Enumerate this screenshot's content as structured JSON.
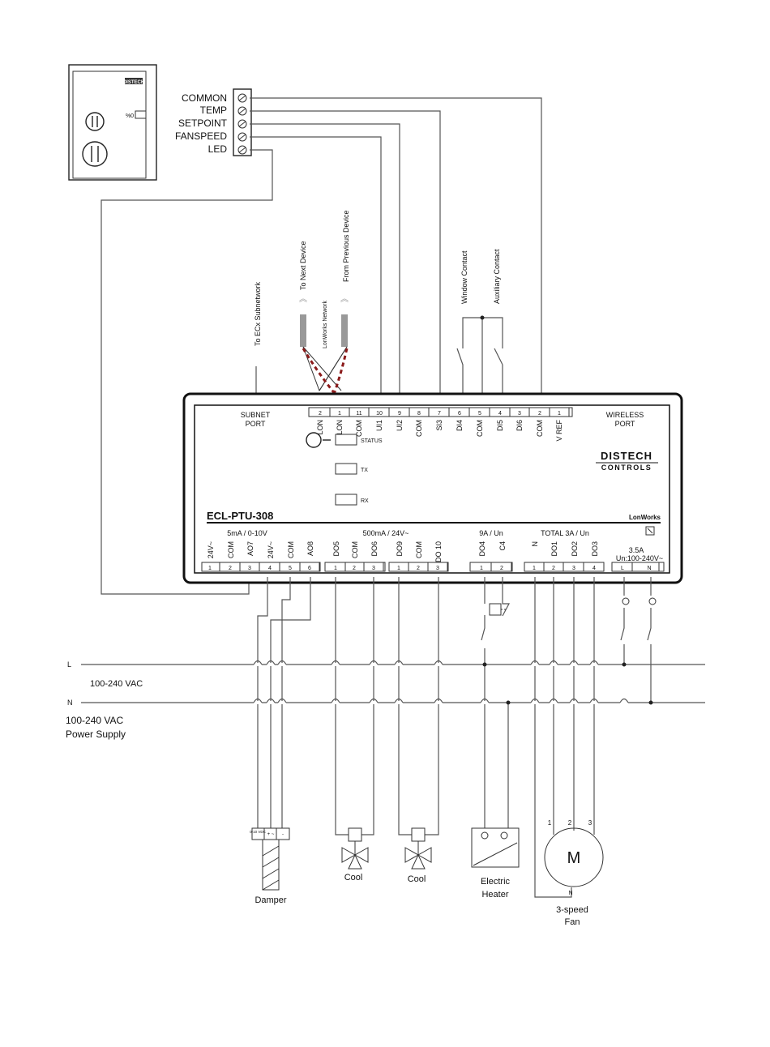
{
  "thermostat": {
    "brand": "DISTECH",
    "terminals": [
      "COMMON",
      "TEMP",
      "SETPOINT",
      "FANSPEED",
      "LED"
    ]
  },
  "network": {
    "subnetwork": "To ECx Subnetwork",
    "next": "To Next Device",
    "lonworks": "LonWorks Network",
    "previous": "From Previous Device",
    "window": "Window Contact",
    "auxiliary": "Auxiliary Contact"
  },
  "controller": {
    "model_prefix": "ECL",
    "model_suffix": "-PTU-308",
    "subnet_port": [
      "SUBNET",
      "PORT"
    ],
    "wireless_port": [
      "WIRELESS",
      "PORT"
    ],
    "brand_line1": "DISTECH",
    "brand_line2": "CONTROLS",
    "lonworks_mark": "LonWorks",
    "status": "STATUS",
    "tx": "TX",
    "rx": "RX",
    "top_numbers": [
      "2",
      "1",
      "11",
      "10",
      "9",
      "8",
      "7",
      "6",
      "5",
      "4",
      "3",
      "2",
      "1"
    ],
    "top_names": [
      "LON",
      "LON",
      "COM",
      "UI1",
      "UI2",
      "COM",
      "SI3",
      "DI4",
      "COM",
      "DI5",
      "DI6",
      "COM",
      "V REF"
    ],
    "group_labels": [
      "5mA / 0-10V",
      "500mA / 24V~",
      "9A / Un",
      "TOTAL 3A / Un",
      "3.5A",
      "Un:100-240V~"
    ],
    "bottom_names": [
      "24V~",
      "COM",
      "AO7",
      "24V~",
      "COM",
      "AO8",
      "DO5",
      "COM",
      "DO6",
      "DO9",
      "COM",
      "DO 10",
      "DO4",
      "C4",
      "N",
      "DO1",
      "DO2",
      "DO3"
    ],
    "bottom_numbers": [
      "1",
      "2",
      "3",
      "4",
      "5",
      "6",
      "1",
      "2",
      "3",
      "1",
      "2",
      "3",
      "1",
      "2",
      "1",
      "2",
      "3",
      "4",
      "L",
      "N"
    ]
  },
  "power": {
    "line": "L",
    "neutral": "N",
    "voltage": "100-240 VAC",
    "supply_line1": "100-240 VAC",
    "supply_line2": "Power Supply"
  },
  "loads": {
    "damper": "Damper",
    "damper_marks": [
      "0-10 VDC",
      "+ ~",
      "-"
    ],
    "cool1": "Cool",
    "cool2": "Cool",
    "heater_line1": "Electric",
    "heater_line2": "Heater",
    "motor": "M",
    "motor_terminals": [
      "1",
      "2",
      "3",
      "N"
    ],
    "fan_line1": "3-speed",
    "fan_line2": "Fan"
  }
}
